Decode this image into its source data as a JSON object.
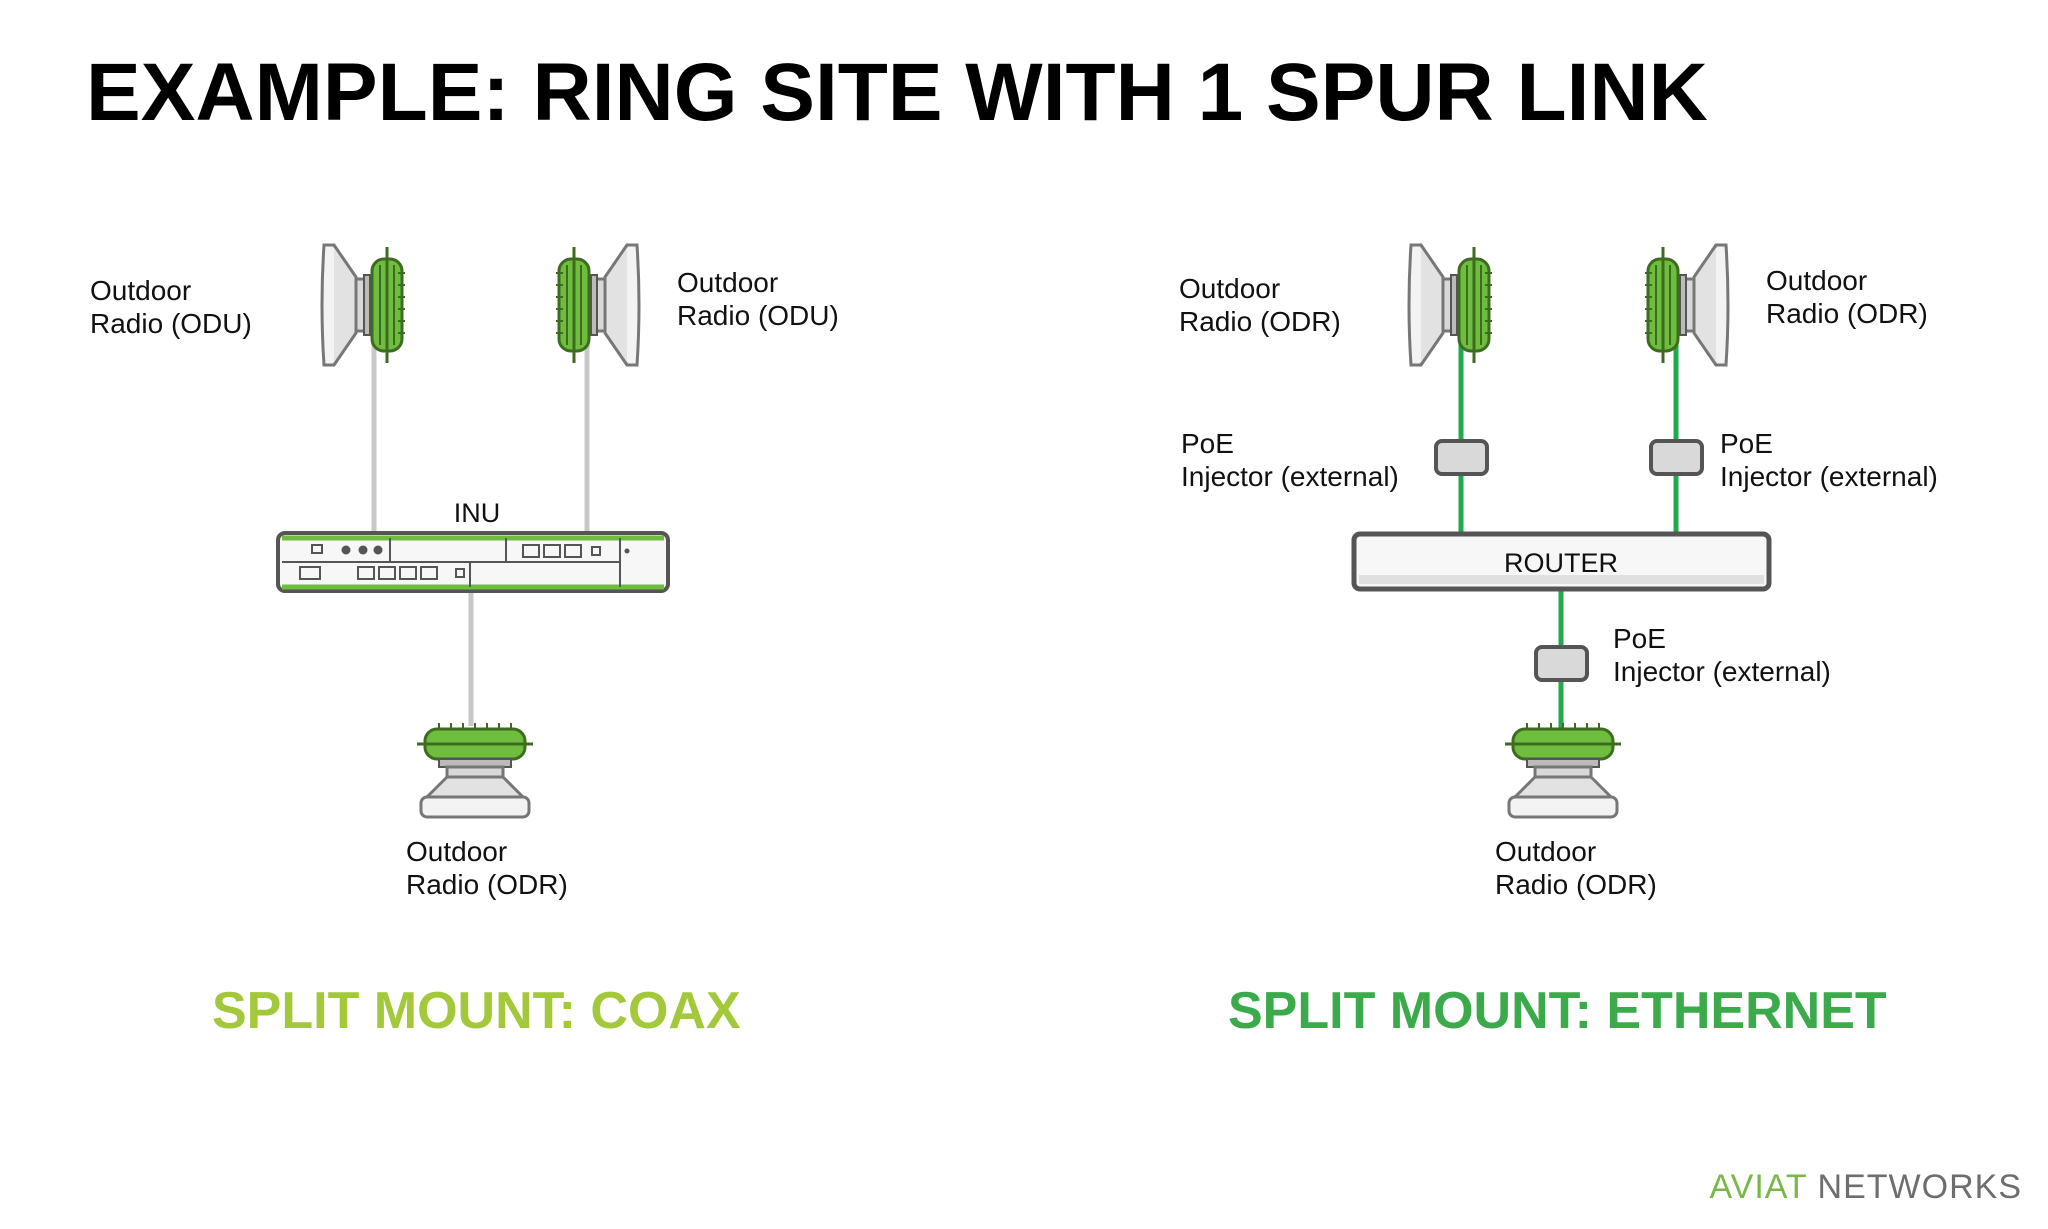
{
  "title": "EXAMPLE: RING SITE WITH 1 SPUR LINK",
  "coax": {
    "odu_left_label": [
      "Outdoor",
      "Radio (ODU)"
    ],
    "odu_right_label": [
      "Outdoor",
      "Radio (ODU)"
    ],
    "inu_label": "INU",
    "odr_label": [
      "Outdoor",
      "Radio (ODR)"
    ],
    "section_title": "SPLIT MOUNT: COAX",
    "section_color": "#a3c93a",
    "cable_color": "#c8c8c8"
  },
  "ethernet": {
    "odr_left_label": [
      "Outdoor",
      "Radio (ODR)"
    ],
    "odr_right_label": [
      "Outdoor",
      "Radio (ODR)"
    ],
    "poe_left_label": [
      "PoE",
      "Injector (external)"
    ],
    "poe_right_label": [
      "PoE",
      "Injector (external)"
    ],
    "router_label": "ROUTER",
    "poe_bottom_label": [
      "PoE",
      "Injector (external)"
    ],
    "odr_bottom_label": [
      "Outdoor",
      "Radio (ODR)"
    ],
    "section_title": "SPLIT MOUNT: ETHERNET",
    "section_color": "#3aaa4a",
    "cable_color": "#1faa4c"
  },
  "logo": {
    "brand": "AVIAT",
    "suffix": "NETWORKS",
    "brand_color": "#7ab648",
    "suffix_color": "#6d6e70"
  },
  "colors": {
    "radio_green": "#6ebd3e",
    "radio_outline": "#3d6b1f",
    "device_outline": "#555555"
  }
}
